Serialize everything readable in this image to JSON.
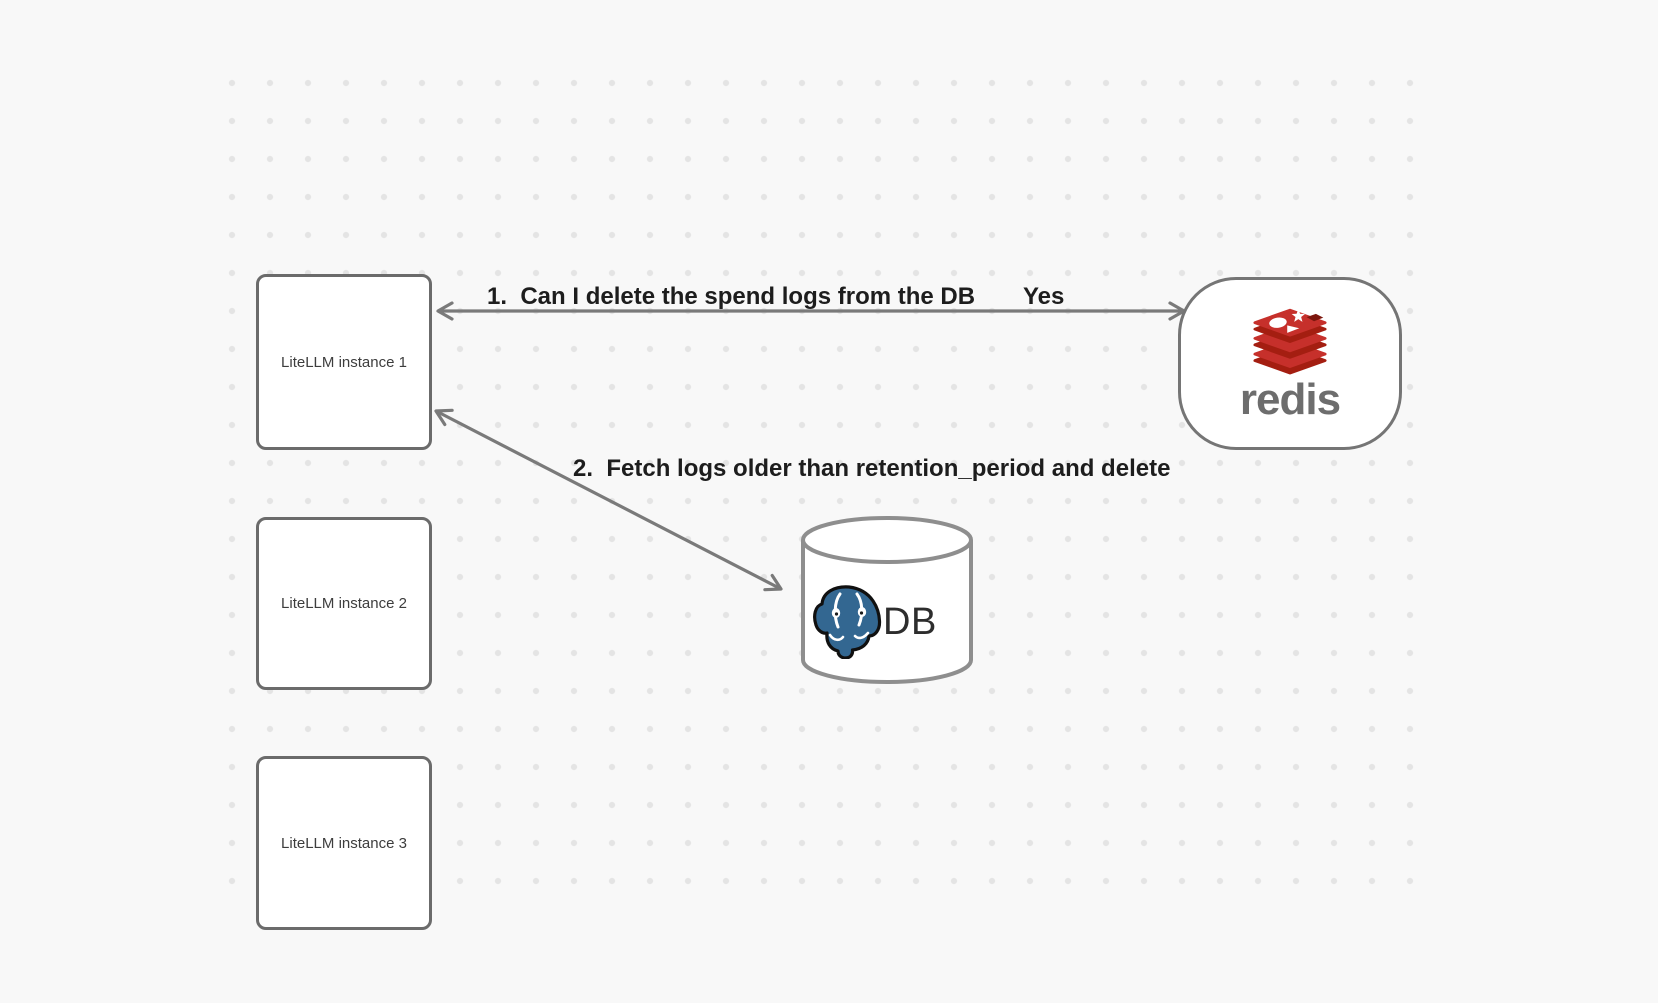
{
  "diagram": {
    "instances": [
      {
        "label": "LiteLLM instance 1"
      },
      {
        "label": "LiteLLM instance 2"
      },
      {
        "label": "LiteLLM instance 3"
      }
    ],
    "redis": {
      "wordmark": "redis"
    },
    "db": {
      "label": "DB"
    },
    "edges": {
      "edge1_label": "1.  Can I delete the spend logs from the DB",
      "edge1_response": "Yes",
      "edge2_label": "2.  Fetch logs older than retention_period and delete"
    }
  },
  "colors": {
    "background": "#f8f8f8",
    "grid_dot": "#e4e4e4",
    "node_border": "#6b6b6b",
    "redis_node_border": "#757575",
    "cylinder_stroke": "#8e8e8e",
    "arrow": "#7a7a7a",
    "edge_label_text": "#1d1d1d",
    "node_label_text": "#3d3d3d",
    "db_text": "#2d2d2d",
    "redis_red": "#c6302b",
    "redis_dark_red": "#a41e11",
    "redis_maroon": "#7c160d",
    "redis_wordmark": "#6d6d6d",
    "postgres_blue": "#336791"
  }
}
